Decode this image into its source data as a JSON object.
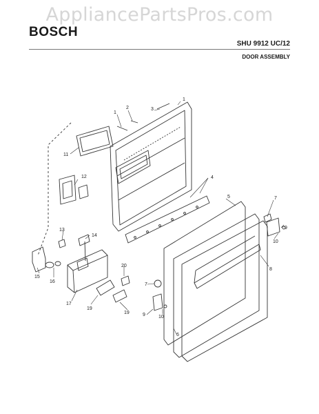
{
  "watermark": "AppliancePartsPros.com",
  "header": {
    "brand": "BOSCH",
    "model": "SHU 9912 UC/12",
    "section": "DOOR ASSEMBLY"
  },
  "callouts": {
    "c1a": "1",
    "c1b": "1",
    "c2": "2",
    "c3": "3",
    "c4": "4",
    "c5": "5",
    "c6": "6",
    "c7a": "7",
    "c7b": "7",
    "c8": "8",
    "c9a": "9",
    "c9b": "9",
    "c10a": "10",
    "c10b": "10",
    "c11": "11",
    "c12": "12",
    "c13": "13",
    "c14": "14",
    "c15": "15",
    "c16": "16",
    "c17": "17",
    "c19a": "19",
    "c19b": "19",
    "c20": "20"
  }
}
